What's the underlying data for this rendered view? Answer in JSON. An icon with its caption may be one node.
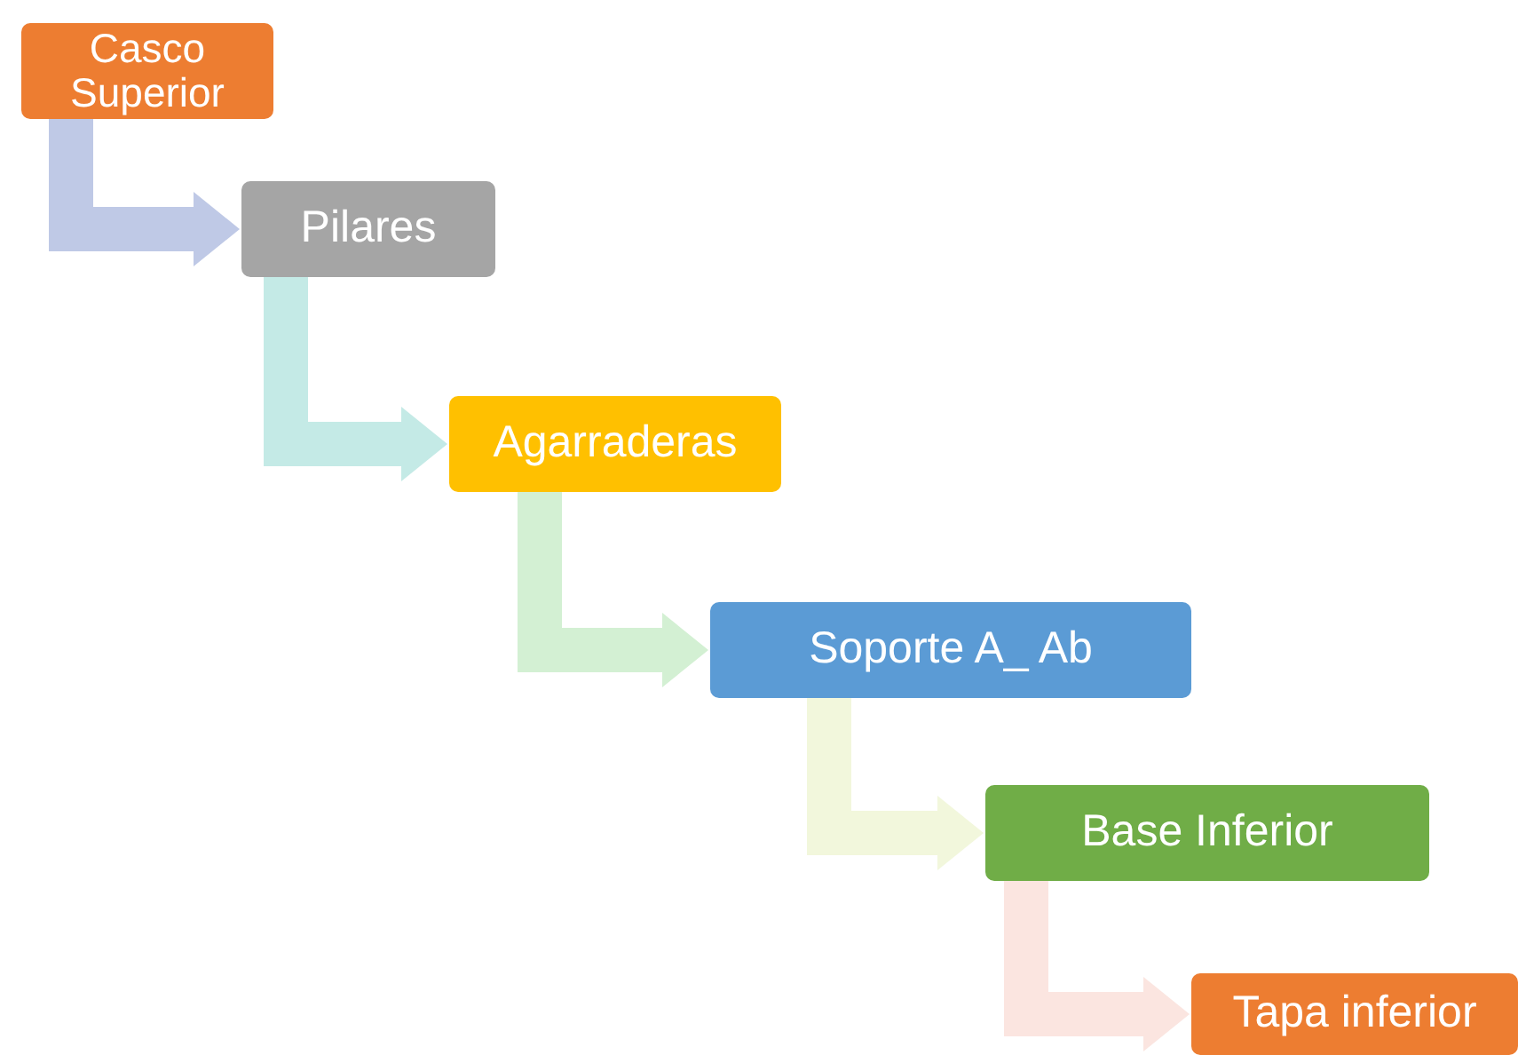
{
  "diagram": {
    "nodes": [
      {
        "text": [
          "Casco Superior"
        ]
      },
      {
        "text": [
          "Pilares"
        ]
      },
      {
        "text": [
          "Agarraderas"
        ]
      },
      {
        "text": [
          "Soporte A_ Ab"
        ]
      },
      {
        "text": [
          "Base Inferior"
        ]
      },
      {
        "text": [
          "Tapa inferior"
        ]
      }
    ],
    "edges": [
      {
        "from": 0,
        "to": 1,
        "arrow": "to",
        "color": "#bfc9e6"
      },
      {
        "from": 1,
        "to": 2,
        "arrow": "to",
        "color": "#c4eae6"
      },
      {
        "from": 2,
        "to": 3,
        "arrow": "to",
        "color": "#d3f0d3"
      },
      {
        "from": 3,
        "to": 4,
        "arrow": "to",
        "color": "#f2f7dc"
      },
      {
        "from": 4,
        "to": 5,
        "arrow": "to",
        "color": "#fbe5e0"
      }
    ]
  }
}
